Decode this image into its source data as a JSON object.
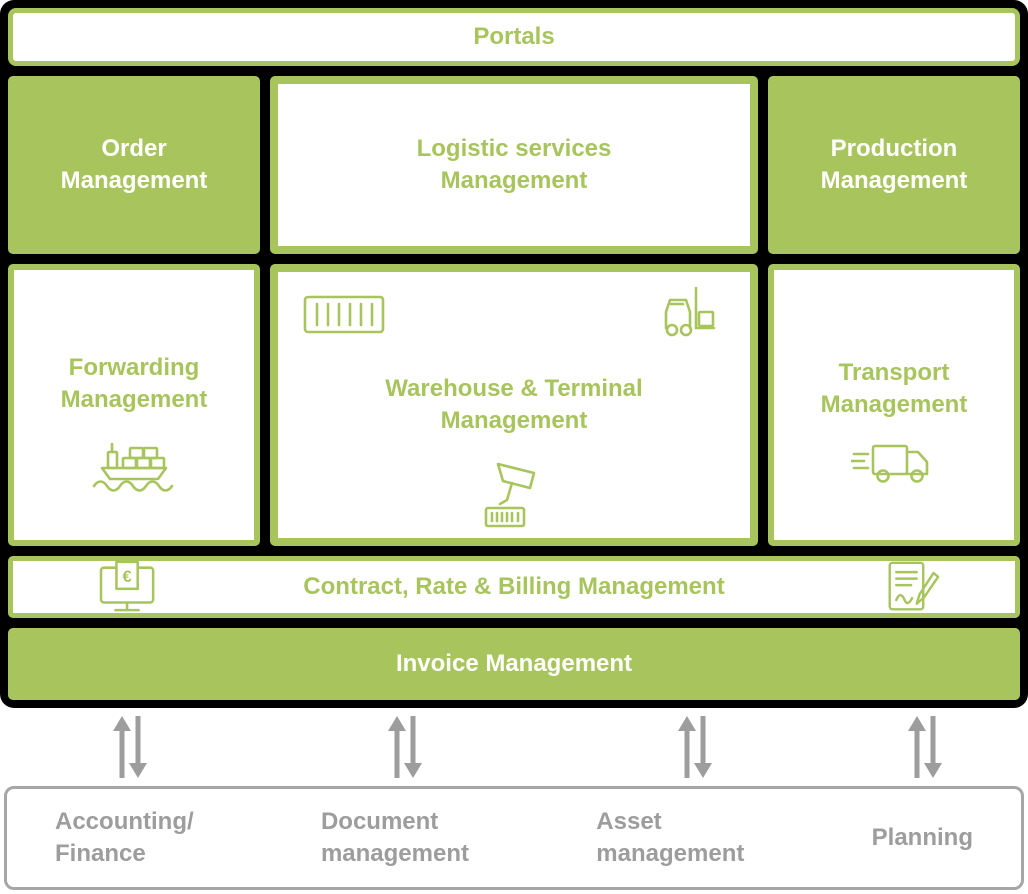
{
  "colors": {
    "accent_green": "#a8c55d",
    "muted_gray": "#9d9d9d",
    "backdrop_black": "#000000"
  },
  "portals_bar": {
    "label": "Portals"
  },
  "top_row": {
    "order": {
      "label": "Order\nManagement"
    },
    "logistic_services": {
      "label": "Logistic services\nManagement"
    },
    "production": {
      "label": "Production\nManagement"
    }
  },
  "middle_row": {
    "forwarding": {
      "label": "Forwarding\nManagement",
      "icon": "container-ship-icon"
    },
    "warehouse_terminal": {
      "label": "Warehouse & Terminal\nManagement",
      "icons": [
        "shipping-container-icon",
        "forklift-icon",
        "barcode-scanner-icon"
      ]
    },
    "transport": {
      "label": "Transport\nManagement",
      "icon": "delivery-truck-icon"
    }
  },
  "contract_bar": {
    "label": "Contract, Rate & Billing Management",
    "left_icon": "monitor-euro-invoice-icon",
    "right_icon": "contract-signing-pen-icon"
  },
  "invoice_bar": {
    "label": "Invoice Management"
  },
  "integration_arrows": {
    "icon": "up-down-arrow-icon",
    "count": 4
  },
  "external_systems_bar": {
    "items": [
      {
        "label": "Accounting/\nFinance"
      },
      {
        "label": "Document\nmanagement"
      },
      {
        "label": "Asset\nmanagement"
      },
      {
        "label": "Planning"
      }
    ]
  }
}
